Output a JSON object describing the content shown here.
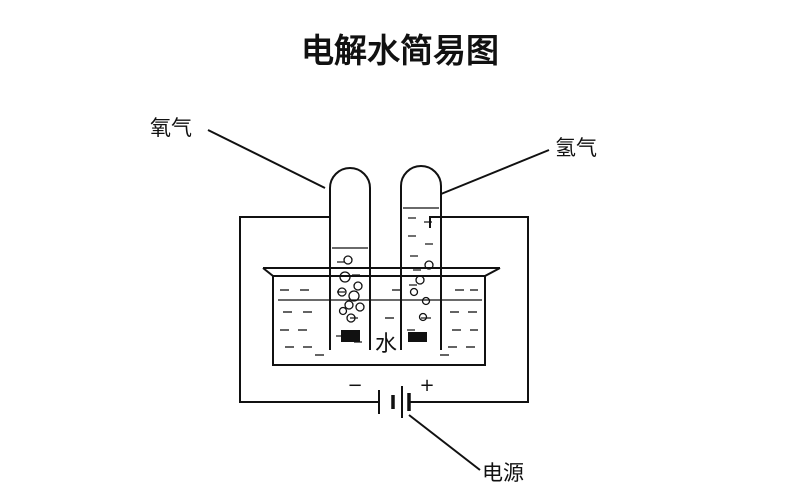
{
  "title": "电解水简易图",
  "labels": {
    "left_tube_gas": "氧气",
    "right_tube_gas": "氢气",
    "water": "水",
    "power_source": "电源",
    "negative_sign": "−",
    "positive_sign": "+"
  }
}
